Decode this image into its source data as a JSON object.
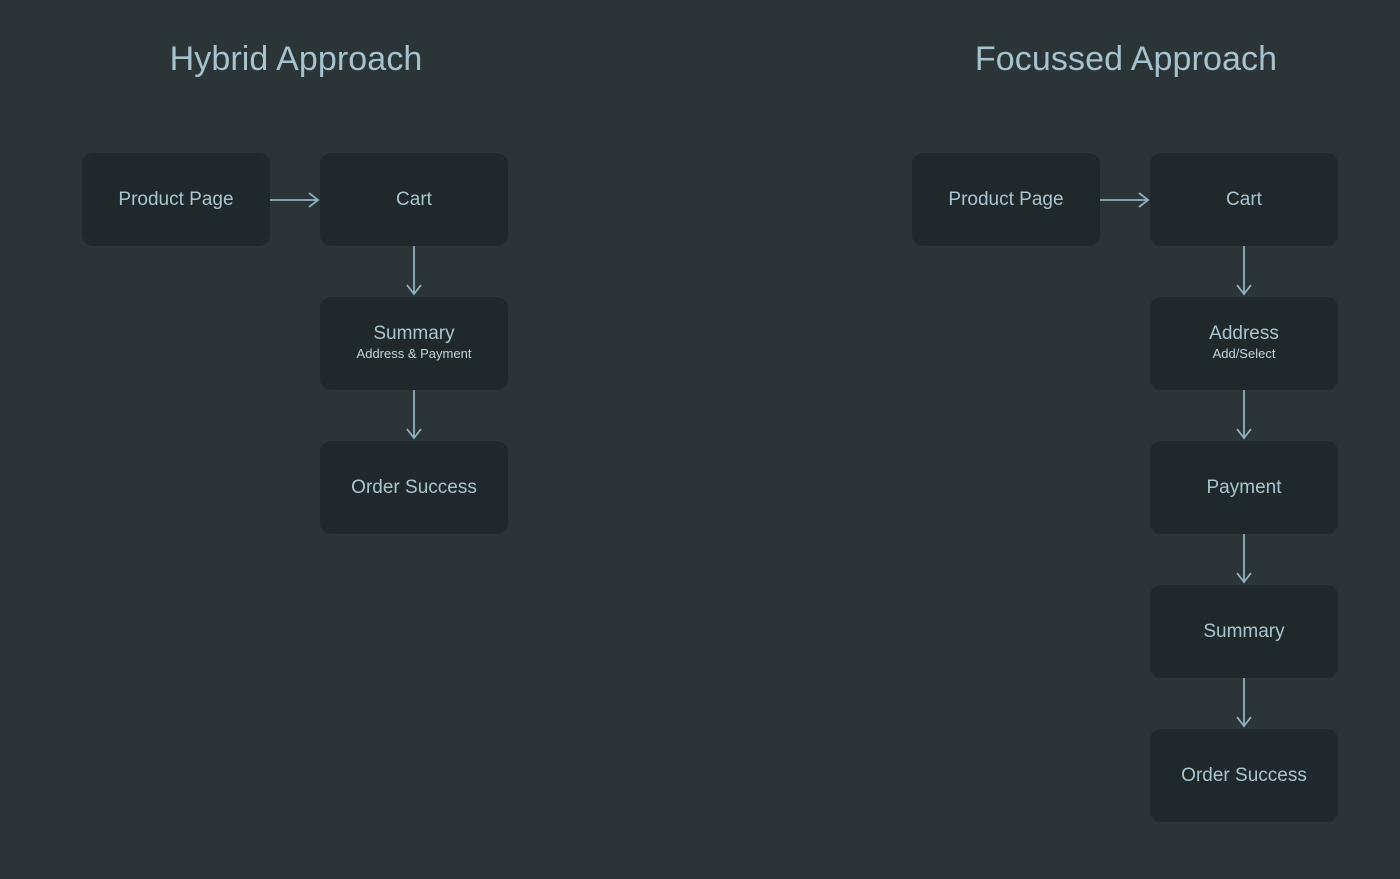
{
  "page": {
    "background_color": "#2b3537",
    "node_color": "#1f282a",
    "text_color": "#a9c4ce",
    "arrow_color": "#8fb3c0"
  },
  "columns": [
    {
      "id": "hybrid",
      "title": "Hybrid Approach",
      "nodes": [
        {
          "id": "hybrid-product-page",
          "label": "Product Page",
          "sublabel": ""
        },
        {
          "id": "hybrid-cart",
          "label": "Cart",
          "sublabel": ""
        },
        {
          "id": "hybrid-summary",
          "label": "Summary",
          "sublabel": "Address & Payment"
        },
        {
          "id": "hybrid-order-success",
          "label": "Order Success",
          "sublabel": ""
        }
      ]
    },
    {
      "id": "focussed",
      "title": "Focussed Approach",
      "nodes": [
        {
          "id": "focussed-product-page",
          "label": "Product Page",
          "sublabel": ""
        },
        {
          "id": "focussed-cart",
          "label": "Cart",
          "sublabel": ""
        },
        {
          "id": "focussed-address",
          "label": "Address",
          "sublabel": "Add/Select"
        },
        {
          "id": "focussed-payment",
          "label": "Payment",
          "sublabel": ""
        },
        {
          "id": "focussed-summary",
          "label": "Summary",
          "sublabel": ""
        },
        {
          "id": "focussed-order-success",
          "label": "Order Success",
          "sublabel": ""
        }
      ]
    }
  ]
}
